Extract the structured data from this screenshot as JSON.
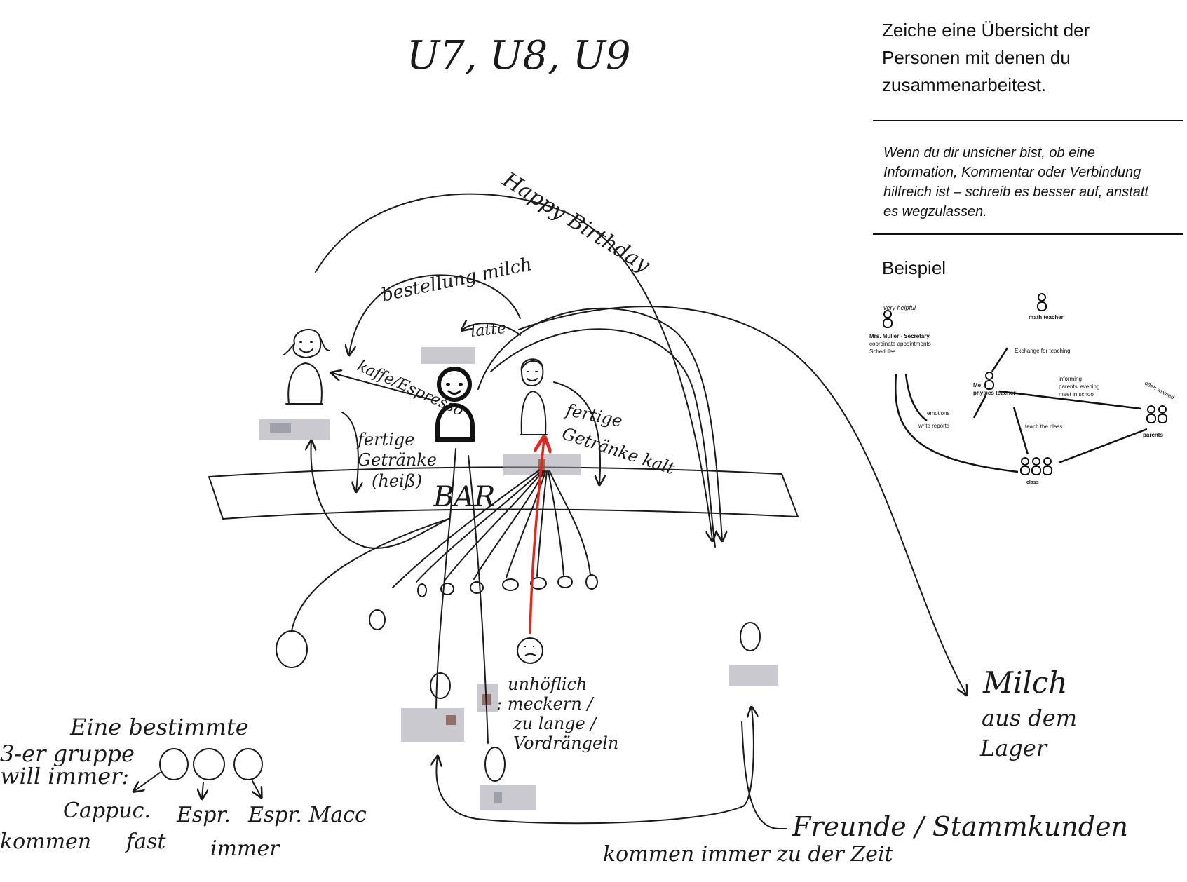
{
  "header": {
    "handwritten_title": "U7, U8, U9"
  },
  "instructions": {
    "task_line1": "Zeiche eine Übersicht der",
    "task_line2": "Personen mit denen du",
    "task_line3": "zusammenarbeitest.",
    "hint_line1": "Wenn du dir unsicher bist, ob eine",
    "hint_line2": "Information, Kommentar oder Verbindung",
    "hint_line3": "hilfreich ist – schreib es besser auf, anstatt",
    "hint_line4": "es wegzulassen."
  },
  "example": {
    "title": "Beispiel",
    "very_helpful": "very helpful",
    "secretary_line1": "Mrs. Muller - Secretary",
    "secretary_line2": "coordinate appointments",
    "secretary_line3": "Schedules",
    "math_teacher": "math teacher",
    "exchange": "Exchange for teaching",
    "me_line1": "Me",
    "me_line2": "physics teacher",
    "informing_line1": "informing",
    "informing_line2": "parents' evening",
    "informing_line3": "meet in school",
    "often_worried": "often worried",
    "parents": "parents",
    "emotions": "emotions",
    "write_reports": "write reports",
    "teach_class": "teach the class",
    "class": "class"
  },
  "drawing": {
    "happy_birthday": "Happy Birthday",
    "bestellung_milch": "bestellung milch",
    "latte": "latte",
    "kaffee_espresso": "kaffe/Espresso",
    "fertige_getraenke_heiss_1": "fertige",
    "fertige_getraenke_heiss_2": "Getränke",
    "fertige_getraenke_heiss_3": "(heiß)",
    "fertige_getraenke_kalt_1": "fertige",
    "fertige_getraenke_kalt_2": "Getränke kalt",
    "bar": "BAR",
    "unhoeflich_1": "unhöflich",
    "unhoeflich_2": ": meckern /",
    "unhoeflich_3": "zu lange /",
    "unhoeflich_4": "Vordrängeln",
    "milch_1": "Milch",
    "milch_2": "aus dem",
    "milch_3": "Lager",
    "gruppe_1": "Eine bestimmte",
    "gruppe_2": "3-er gruppe",
    "gruppe_3": "will immer:",
    "cappuc": "Cappuc.",
    "espr": "Espr.",
    "espr_macc": "Espr. Macc",
    "kommen_fast_immer_1": "kommen",
    "kommen_fast_immer_2": "fast",
    "kommen_fast_immer_3": "immer",
    "freunde": "Freunde / Stammkunden",
    "kommen_zeit": "kommen immer zu der Zeit"
  },
  "colors": {
    "ink": "#1a1a1a",
    "red_arrow": "#e0281e",
    "pixelated": "#9c9ca8"
  }
}
